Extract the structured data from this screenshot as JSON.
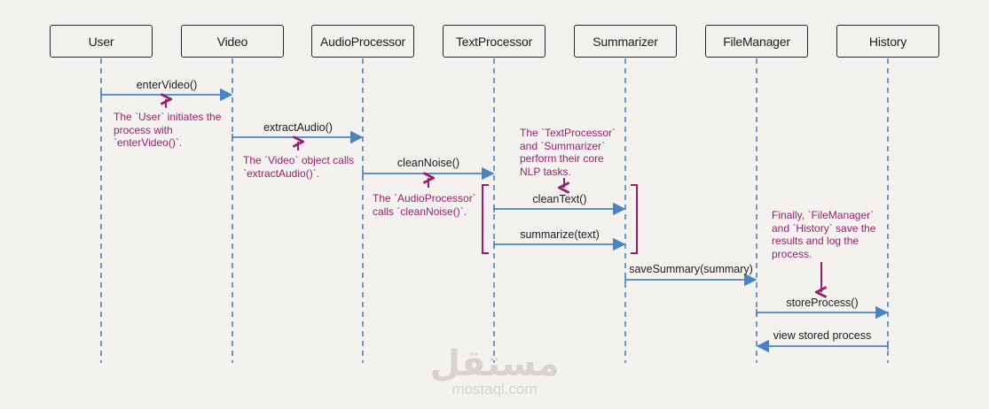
{
  "colors": {
    "lifeline": "#4a82c4",
    "message": "#4a82c4",
    "annotation": "#9b1e6e",
    "box_border": "#2c2630",
    "background": "#f4f2ef"
  },
  "participants": [
    {
      "name": "User"
    },
    {
      "name": "Video"
    },
    {
      "name": "AudioProcessor"
    },
    {
      "name": "TextProcessor"
    },
    {
      "name": "Summarizer"
    },
    {
      "name": "FileManager"
    },
    {
      "name": "History"
    }
  ],
  "messages": [
    {
      "label": "enterVideo()",
      "from": 0,
      "to": 1
    },
    {
      "label": "extractAudio()",
      "from": 1,
      "to": 2
    },
    {
      "label": "cleanNoise()",
      "from": 2,
      "to": 3
    },
    {
      "label": "cleanText()",
      "from": 3,
      "to": 4
    },
    {
      "label": "summarize(text)",
      "from": 3,
      "to": 4
    },
    {
      "label": "saveSummary(summary)",
      "from": 4,
      "to": 5
    },
    {
      "label": "storeProcess()",
      "from": 5,
      "to": 6
    },
    {
      "label": "view stored process",
      "from": 6,
      "to": 5
    }
  ],
  "notes": [
    {
      "lines": [
        "The `User` initiates the",
        "process with",
        "`enterVideo()`."
      ]
    },
    {
      "lines": [
        "The `Video` object calls",
        "`extractAudio()`."
      ]
    },
    {
      "lines": [
        "The `AudioProcessor`",
        "calls `cleanNoise()`."
      ]
    },
    {
      "lines": [
        "The `TextProcessor`",
        "and `Summarizer`",
        "perform their core",
        "NLP tasks."
      ]
    },
    {
      "lines": [
        "Finally, `FileManager`",
        "and `History` save the",
        "results and log the",
        "process."
      ]
    }
  ],
  "watermark": {
    "arabic": "مستقل",
    "latin": "mostaql.com"
  }
}
